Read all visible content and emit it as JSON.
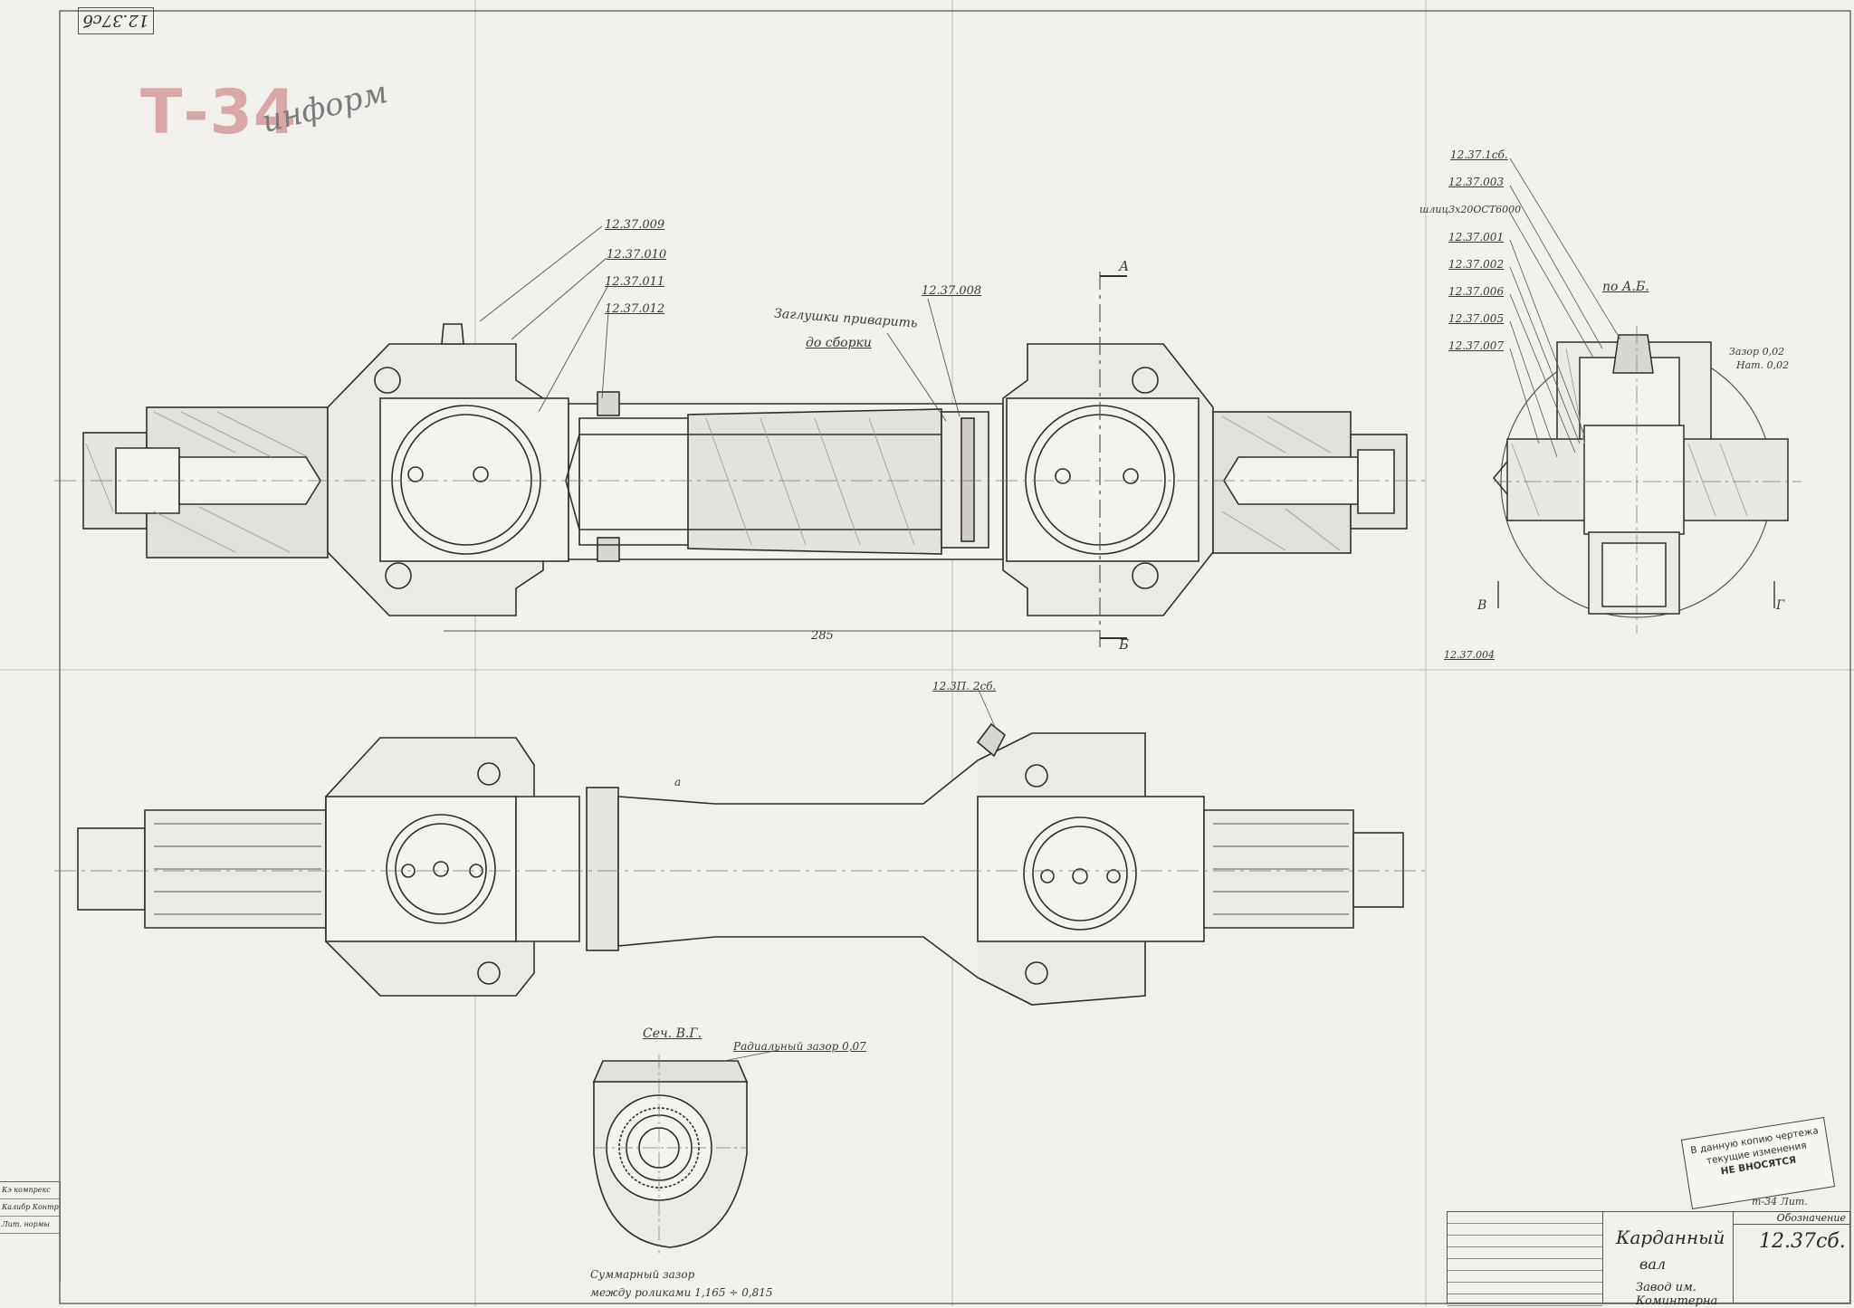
{
  "sheet_code": "12.37сб",
  "logo": {
    "main": "Т-34",
    "sub": "информ"
  },
  "callouts_top": {
    "p009": "12.37.009",
    "p010": "12.37.010",
    "p011": "12.37.011",
    "p012": "12.37.012",
    "p008": "12.37.008",
    "note_weld_1": "Заглушки приварить",
    "note_weld_2": "до сборки",
    "sec_a": "А",
    "sec_b": "Б",
    "dim_length": "285"
  },
  "detail_view": {
    "title": "по А.Б.",
    "p1": "12.37.1сб.",
    "p003": "12.37.003",
    "spline": "шлиц3х20ОСТ6000",
    "p001": "12.37.001",
    "p002": "12.37.002",
    "p006": "12.37.006",
    "p005": "12.37.005",
    "p007": "12.37.007",
    "p004": "12.37.004",
    "gap_1": "Зазор 0,02",
    "gap_2": "Нат. 0,02",
    "mark_v": "В",
    "mark_g": "Г"
  },
  "bottom_view": {
    "callout": "12.3П. 2сб.",
    "section_title": "Сеч. В.Г.",
    "radial_gap": "Радиальный зазор 0,07",
    "sum_gap_1": "Суммарный зазор",
    "sum_gap_2": "между роликами 1,165 ÷ 0,815",
    "mark_a": "а"
  },
  "stamp": {
    "line1": "В данную копию чертежа",
    "line2": "текущие изменения",
    "line3": "НЕ ВНОСЯТСЯ"
  },
  "title_block": {
    "name": "Карданный",
    "name2": "вал",
    "factory": "Завод им. Коминтерна",
    "designation_label": "Обозначение",
    "designation": "12.37сб.",
    "note": "т-34 Лит."
  },
  "left_strip": {
    "r1": "Кэ компрекс",
    "r2": "Калибр Контр",
    "r3": "Лит. нормы"
  }
}
